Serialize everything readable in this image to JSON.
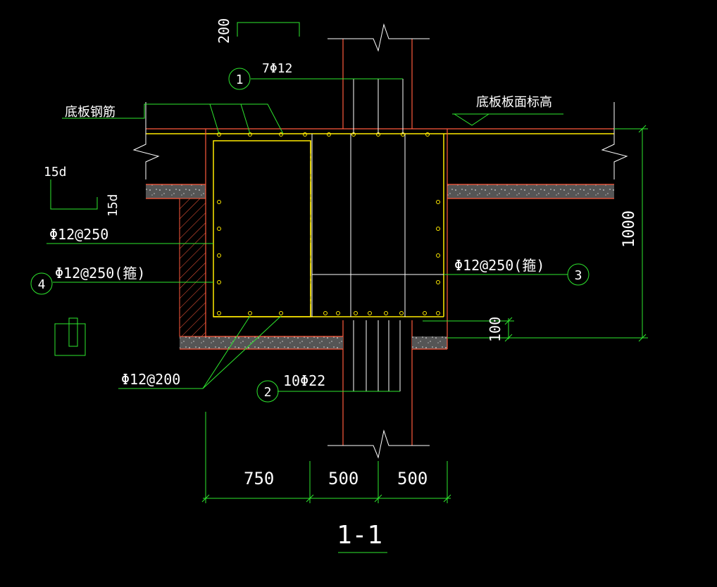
{
  "colors": {
    "background": "#000000",
    "dimension_line": "#2ee82e",
    "text": "#ffffff",
    "outline": "#ff5a3c",
    "rebar": "#ffea00",
    "concrete": "#777777"
  },
  "labels": {
    "dim_200": "200",
    "rebar_top": "7Φ12",
    "bottom_slab_rebar": "底板钢筋",
    "slab_top_elevation": "底板板面标高",
    "hook_15d_horizontal": "15d",
    "hook_15d_vertical": "15d",
    "side_rebar": "Φ12@250",
    "stirrup_left": "Φ12@250(箍)",
    "stirrup_right": "Φ12@250(箍)",
    "bottom_rebar": "Φ12@200",
    "column_rebar": "10Φ22",
    "dim_1000": "1000",
    "dim_100": "100",
    "dim_750": "750",
    "dim_500_a": "500",
    "dim_500_b": "500",
    "section_title": "1-1"
  },
  "callouts": {
    "c1": "1",
    "c2": "2",
    "c3": "3",
    "c4": "4"
  }
}
